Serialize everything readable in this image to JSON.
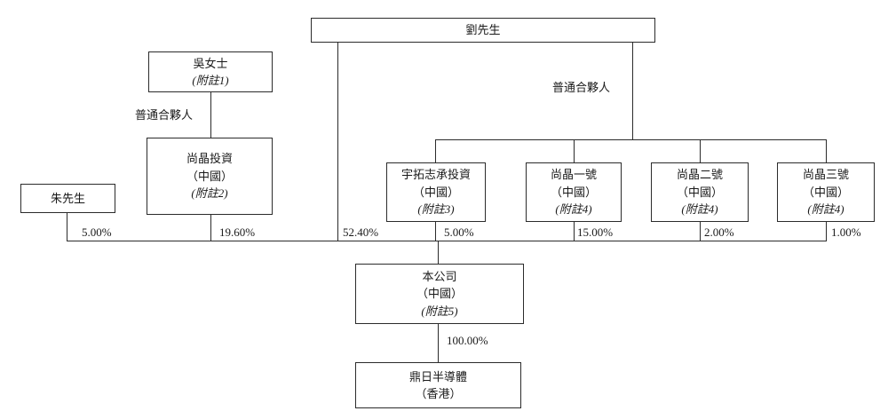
{
  "diagram": {
    "type": "org-structure",
    "nodes": {
      "liu": {
        "name": "劉先生"
      },
      "wu": {
        "name": "吳女士",
        "note": "(附註1)"
      },
      "shangjing_investment": {
        "name": "尚晶投資",
        "region": "（中國）",
        "note": "(附註2)"
      },
      "zhu": {
        "name": "朱先生"
      },
      "yutuo": {
        "name": "宇拓志承投資",
        "region": "（中國）",
        "note": "(附註3)"
      },
      "shangjing_no1": {
        "name": "尚晶一號",
        "region": "（中國）",
        "note": "(附註4)"
      },
      "shangjing_no2": {
        "name": "尚晶二號",
        "region": "（中國）",
        "note": "(附註4)"
      },
      "shangjing_no3": {
        "name": "尚晶三號",
        "region": "（中國）",
        "note": "(附註4)"
      },
      "company": {
        "name": "本公司",
        "region": "（中國）",
        "note": "(附註5)"
      },
      "dingri": {
        "name": "鼎日半導體",
        "region": "（香港）"
      }
    },
    "edge_labels": {
      "general_partner_left": "普通合夥人",
      "general_partner_right": "普通合夥人",
      "pct_zhu": "5.00%",
      "pct_shangjing_investment": "19.60%",
      "pct_liu": "52.40%",
      "pct_yutuo": "5.00%",
      "pct_shangjing_no1": "15.00%",
      "pct_shangjing_no2": "2.00%",
      "pct_shangjing_no3": "1.00%",
      "pct_company_to_dingri": "100.00%"
    },
    "colors": {
      "line": "#2b2b2b",
      "text": "#1a1a1a",
      "background": "#ffffff"
    }
  }
}
